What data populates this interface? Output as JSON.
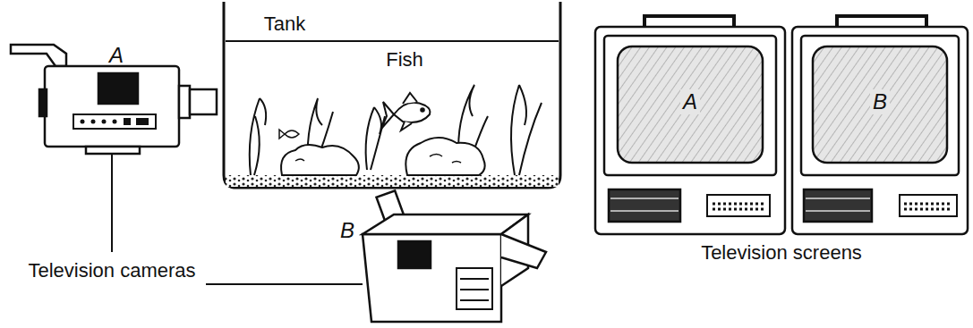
{
  "diagram": {
    "labels": [
      "Tank",
      "Fish",
      "A",
      "Television cameras",
      "B",
      "A",
      "B",
      "Television screens"
    ]
  }
}
